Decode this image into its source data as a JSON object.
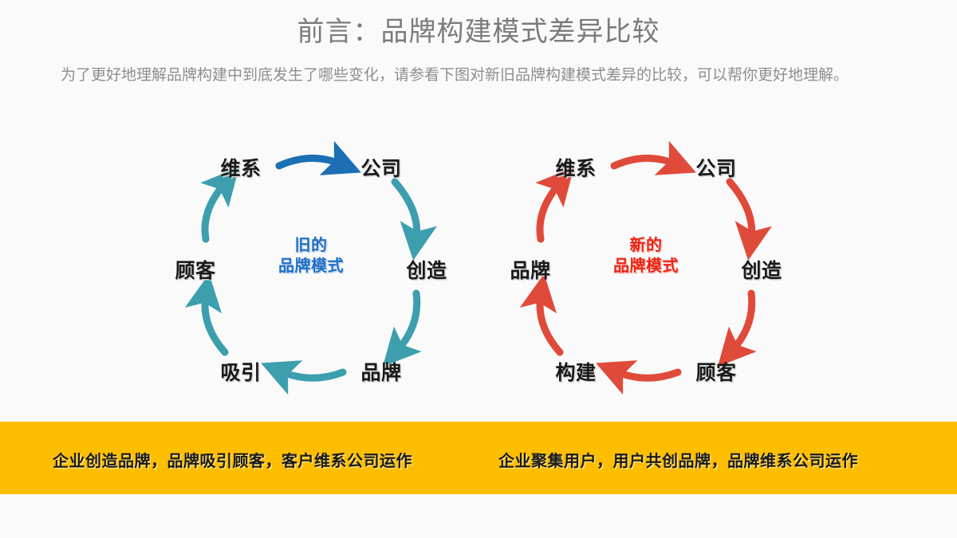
{
  "header": {
    "title": "前言：品牌构建模式差异比较",
    "subtitle": "为了更好地理解品牌构建中到底发生了哪些变化，请参看下图对新旧品牌构建模式差异的比较，可以帮你更好地理解。"
  },
  "colors": {
    "background": "#fafafa",
    "title_text": "#7b7b7b",
    "subtitle_text": "#8e8e8e",
    "old_accent_blue": "#1f6fc4",
    "old_arrow_teal": "#3d9eae",
    "old_arrow_highlight": "#1c6fb5",
    "new_accent_red": "#ee2211",
    "new_arrow_red": "#e04a3a",
    "banner_yellow": "#febe00",
    "node_text": "#1a1a1a"
  },
  "diagrams": [
    {
      "id": "old-model",
      "center_line1": "旧的",
      "center_line2": "品牌模式",
      "center_color": "#1f6fc4",
      "arrow_color": "#3d9eae",
      "highlight_arrow_color": "#1c6fb5",
      "nodes": [
        {
          "position": "top-left",
          "label": "维系"
        },
        {
          "position": "top-right",
          "label": "公司"
        },
        {
          "position": "right",
          "label": "创造"
        },
        {
          "position": "bottom-right",
          "label": "品牌"
        },
        {
          "position": "bottom-left",
          "label": "吸引"
        },
        {
          "position": "left",
          "label": "顾客"
        }
      ],
      "flow": "维系 → 公司 → 创造 → 品牌 → 吸引 → 顾客 → 维系"
    },
    {
      "id": "new-model",
      "center_line1": "新的",
      "center_line2": "品牌模式",
      "center_color": "#ee2211",
      "arrow_color": "#e04a3a",
      "highlight_arrow_color": "#e04a3a",
      "nodes": [
        {
          "position": "top-left",
          "label": "维系"
        },
        {
          "position": "top-right",
          "label": "公司"
        },
        {
          "position": "right",
          "label": "创造"
        },
        {
          "position": "bottom-right",
          "label": "顾客"
        },
        {
          "position": "bottom-left",
          "label": "构建"
        },
        {
          "position": "left",
          "label": "品牌"
        }
      ],
      "flow": "维系 → 公司 → 创造 → 顾客 → 构建 → 品牌 → 维系"
    }
  ],
  "banner": {
    "left_text": "企业创造品牌，品牌吸引顾客，客户维系公司运作",
    "right_text": "企业聚集用户，用户共创品牌，品牌维系公司运作"
  }
}
